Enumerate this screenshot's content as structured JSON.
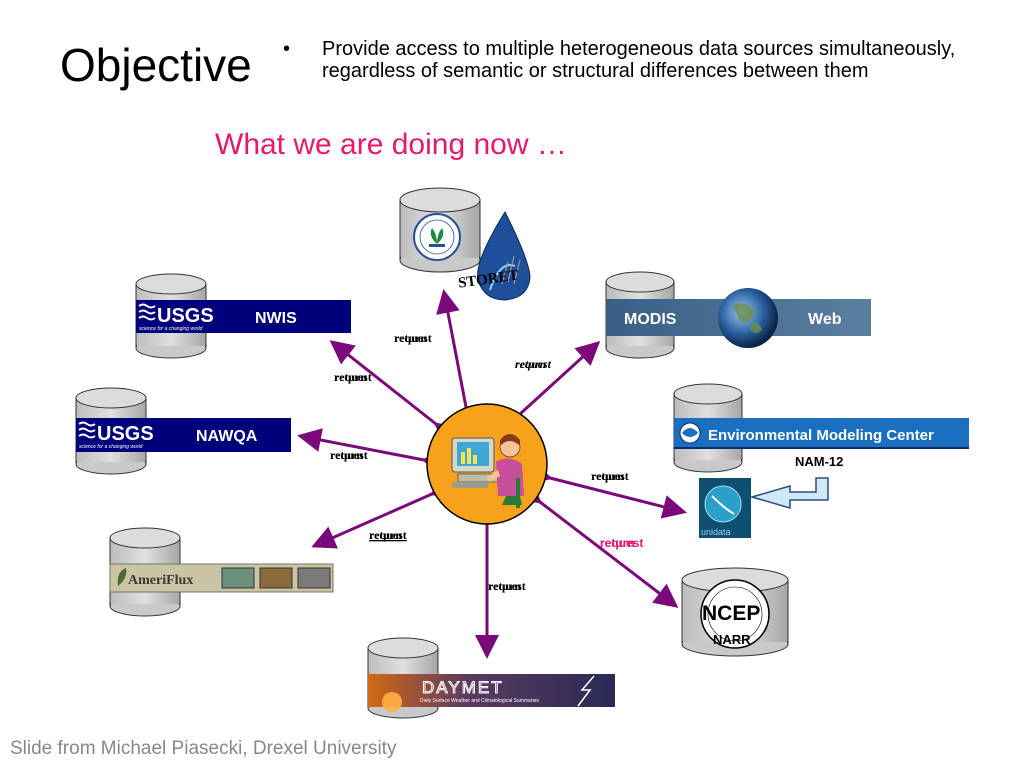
{
  "slide": {
    "title": "Objective",
    "bullet": "Provide access to multiple heterogeneous data sources simultaneously, regardless of semantic or structural differences between them",
    "subtitle": "What we are doing now …",
    "credit": "Slide from Michael Piasecki, Drexel University"
  },
  "sources": {
    "storet": "STORET",
    "nwis_brand": "USGS",
    "nwis_tag": "science for a changing world",
    "nwis": "NWIS",
    "nawqa_brand": "USGS",
    "nawqa_tag": "science for a changing world",
    "nawqa": "NAWQA",
    "modis": "MODIS",
    "modis_web": "Web",
    "emc": "Environmental Modeling Center",
    "nam": "NAM-12",
    "unidata": "unidata",
    "ameriflux": "AmeriFlux",
    "ncep": "NCEP",
    "narr": "NARR",
    "daymet": "DAYMET",
    "daymet_sub": "Daily Surface Weather and Climatological Summaries"
  },
  "edges": {
    "request": "request",
    "return": "return"
  },
  "colors": {
    "arrow": "#7a0a7a",
    "hub": "#f7a21b",
    "usgs_bar": "#00007a",
    "emc_bar": "#1a6fc1",
    "subtitle": "#e6196b"
  }
}
